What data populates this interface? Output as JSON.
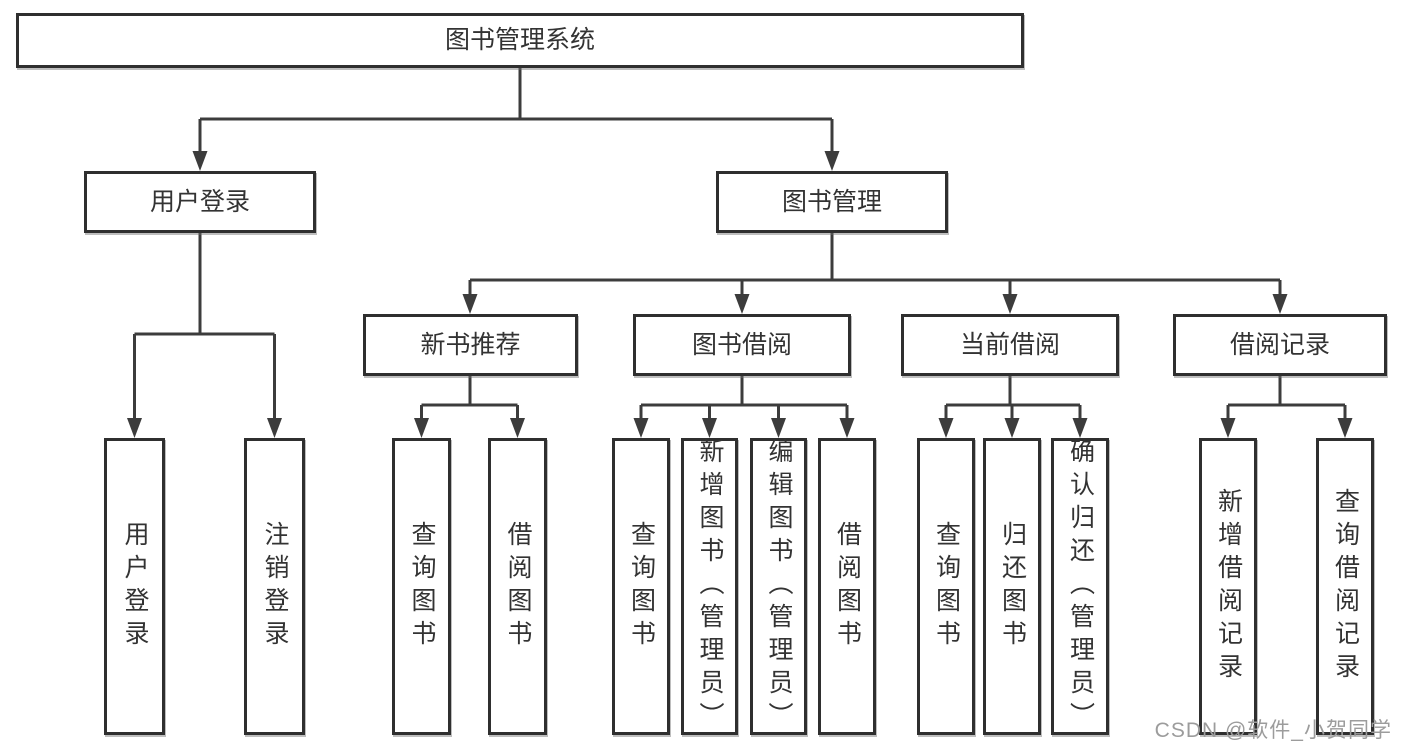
{
  "diagram": {
    "root": "图书管理系统",
    "branches": {
      "user_login": "用户登录",
      "book_management": "图书管理"
    },
    "modules": {
      "new_book_recommend": "新书推荐",
      "book_borrowing": "图书借阅",
      "current_borrowing": "当前借阅",
      "borrowing_records": "借阅记录"
    },
    "leaves": {
      "user_login": "用户登录",
      "logout": "注销登录",
      "query_books_recommend": "查询图书",
      "borrow_books_recommend": "借阅图书",
      "query_books_borrowing": "查询图书",
      "add_book_admin": "新增图书（管理员）",
      "edit_book_admin": "编辑图书（管理员）",
      "borrow_books_borrowing": "借阅图书",
      "query_books_current": "查询图书",
      "return_books": "归还图书",
      "confirm_return_admin": "确认归还（管理员）",
      "add_borrow_record": "新增借阅记录",
      "query_borrow_record": "查询借阅记录"
    }
  },
  "watermark": "CSDN @软件_小贺同学",
  "colors": {
    "line": "#3c3c3c",
    "box_border": "#2f2f2f",
    "text": "#333333",
    "watermark": "#9c9c9c",
    "background": "#ffffff"
  }
}
